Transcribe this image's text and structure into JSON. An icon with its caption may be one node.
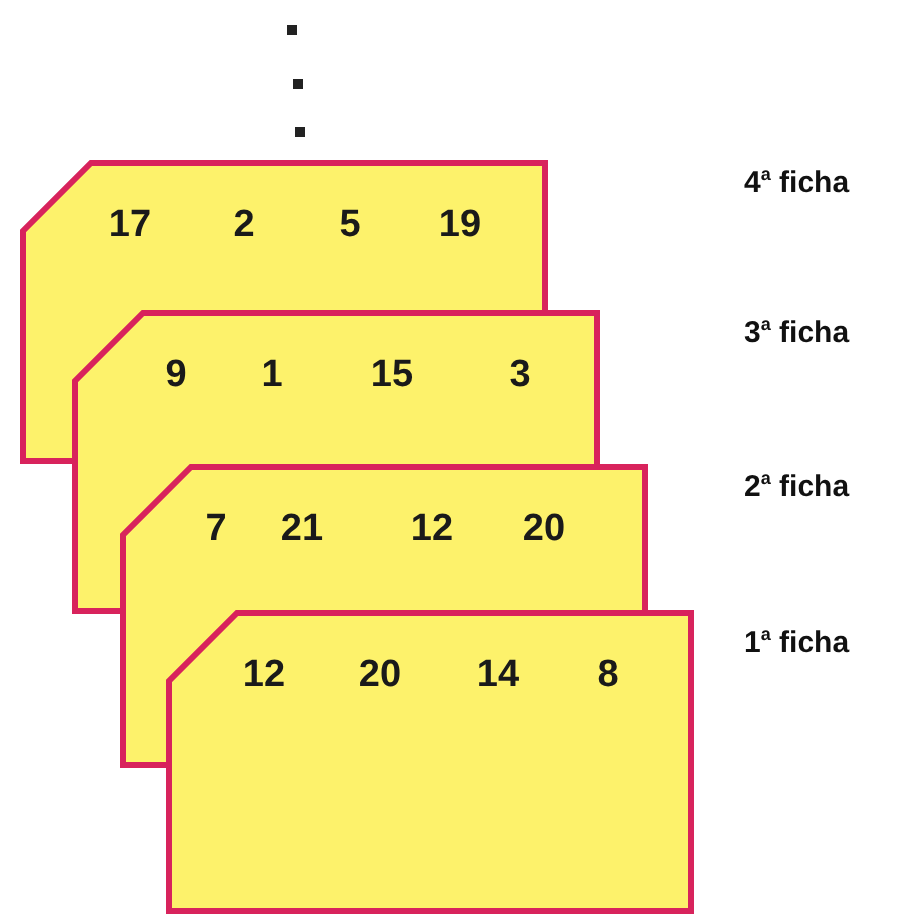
{
  "diagram": {
    "nodes": [
      {
        "text": [
          "17",
          "2",
          "5",
          "19"
        ]
      },
      {
        "text": [
          "9",
          "1",
          "15",
          "3"
        ]
      },
      {
        "text": [
          "7",
          "21",
          "12",
          "20"
        ]
      },
      {
        "text": [
          "12",
          "20",
          "14",
          "8"
        ]
      }
    ],
    "labels": [
      "4$^{a}$ ficha",
      "3$^{a}$ ficha",
      "2$^{a}$ ficha",
      "1$^{a}$ ficha"
    ]
  }
}
